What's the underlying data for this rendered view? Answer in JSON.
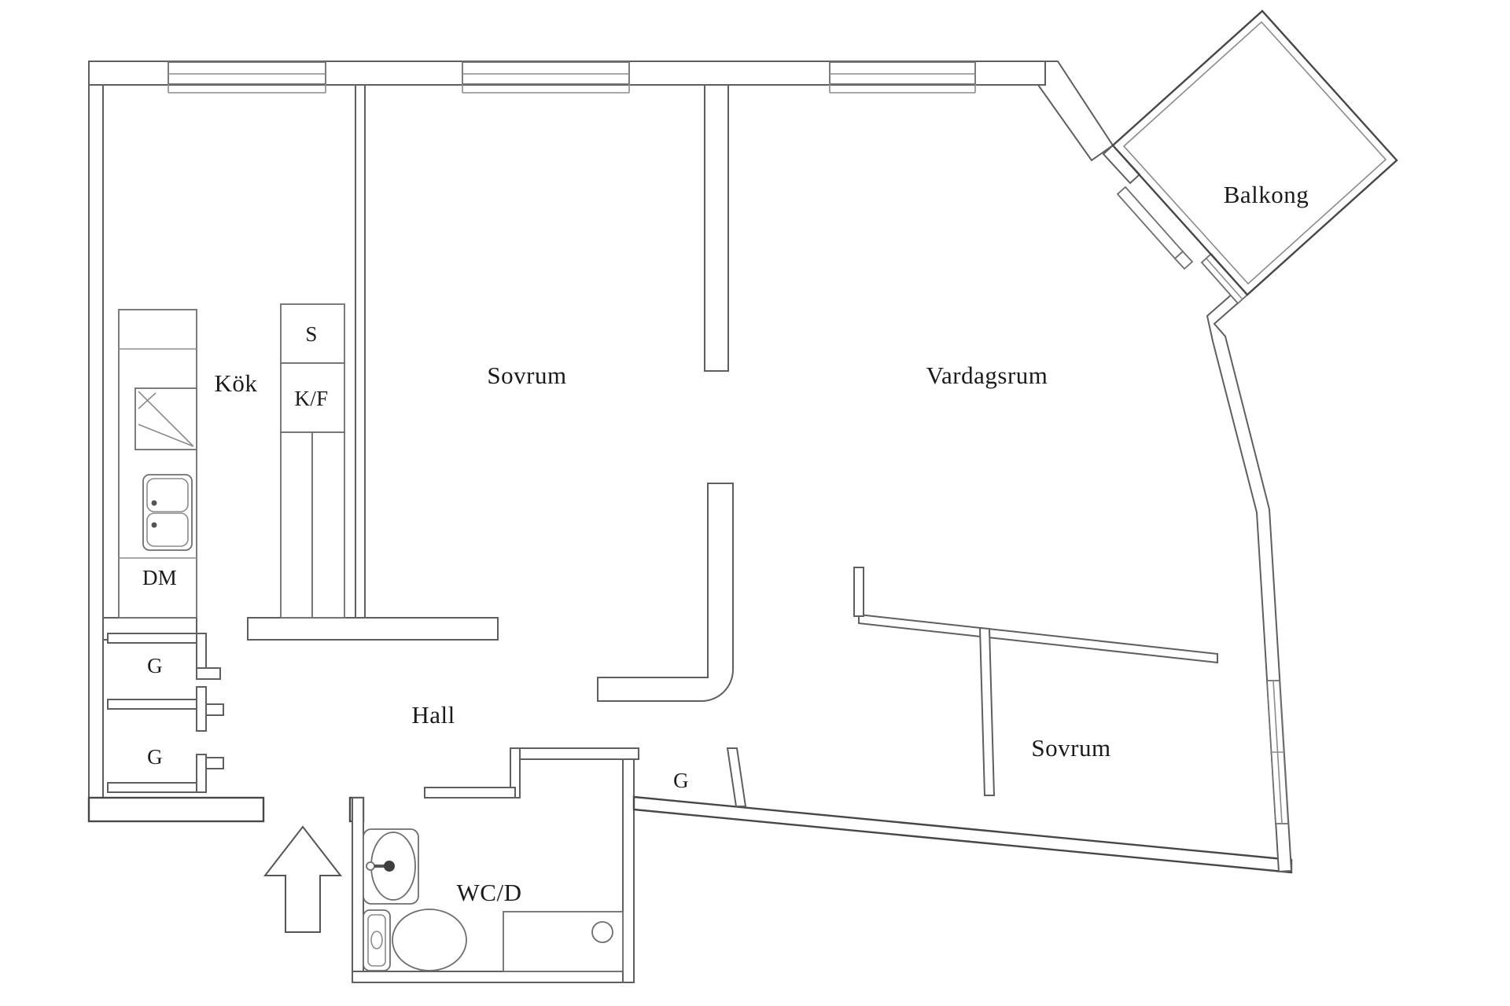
{
  "plan": {
    "background_color": "#ffffff",
    "wall_color": "#5f5f5f",
    "text_color": "#1b1b1b",
    "rooms": [
      {
        "name": "kitchen",
        "label": "Kök"
      },
      {
        "name": "bedroom-1",
        "label": "Sovrum"
      },
      {
        "name": "living-room",
        "label": "Vardagsrum"
      },
      {
        "name": "balcony",
        "label": "Balkong"
      },
      {
        "name": "hall",
        "label": "Hall"
      },
      {
        "name": "bathroom",
        "label": "WC/D"
      },
      {
        "name": "bedroom-2",
        "label": "Sovrum"
      }
    ],
    "fixtures": [
      {
        "name": "pantry-cabinet",
        "label": "S"
      },
      {
        "name": "fridge-freezer-cabinet",
        "label": "K/F"
      },
      {
        "name": "dishwasher",
        "label": "DM"
      },
      {
        "name": "wardrobe-1",
        "label": "G"
      },
      {
        "name": "wardrobe-2",
        "label": "G"
      },
      {
        "name": "wardrobe-3",
        "label": "G"
      }
    ]
  }
}
